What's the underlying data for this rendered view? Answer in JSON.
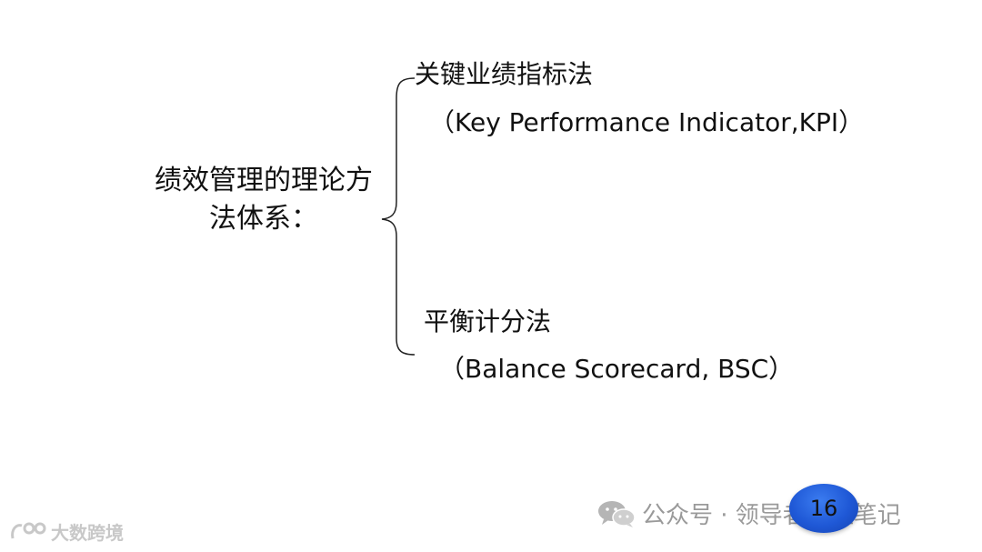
{
  "main_title": {
    "line1": "绩效管理的理论方",
    "line2": "法体系："
  },
  "branches": [
    {
      "name_cn": "关键业绩指标法",
      "name_en": "（Key Performance Indicator,KPI）"
    },
    {
      "name_cn": "平衡计分法",
      "name_en": "（Balance Scorecard, BSC）"
    }
  ],
  "page_number": "16",
  "watermark": {
    "text": "公众号 · 领导者管理笔记",
    "icon": "wechat-icon"
  },
  "brand": {
    "text": "大数跨境",
    "icon": "brand-logo-icon"
  },
  "colors": {
    "badge": "#1f58d6",
    "watermark": "#9a9a9a"
  }
}
